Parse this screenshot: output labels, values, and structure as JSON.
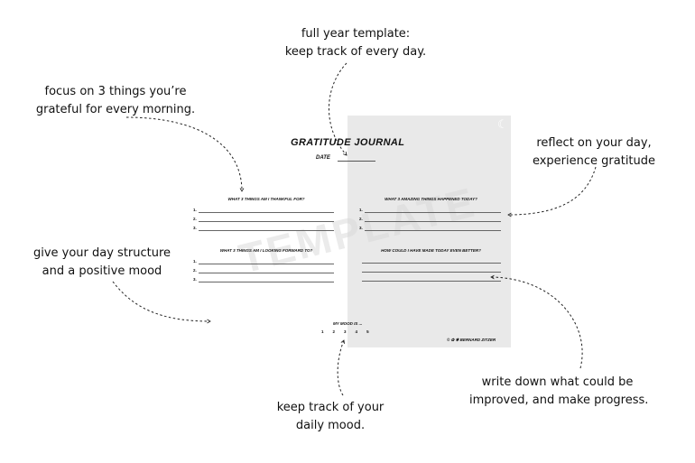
{
  "annotations": {
    "full_year": [
      "full year template:",
      "keep track of every day."
    ],
    "focus": [
      "focus on 3 things you’re",
      "grateful for every morning."
    ],
    "reflect": [
      "reflect on your day,",
      "experience gratitude"
    ],
    "structure": [
      "give your day structure",
      "and a positive mood"
    ],
    "mood": [
      "keep track of your",
      "daily mood."
    ],
    "improve": [
      "write down what could be",
      "improved, and make progress."
    ]
  },
  "template": {
    "title": "GRATITUDE JOURNAL",
    "date_label": "DATE",
    "watermark": "TEMPLATE",
    "moon_icon": "crescent-moon",
    "left": {
      "q1": "WHAT 3 THINGS AM I THANKFUL FOR?",
      "q2": "WHAT 3 THINGS AM I LOOKING FORWARD TO?",
      "numbers": [
        "1.",
        "2.",
        "3."
      ]
    },
    "right": {
      "q1": "WHAT 3 AMAZING THINGS HAPPENED TODAY?",
      "q2": "HOW COULD I HAVE MADE TODAY EVEN BETTER?",
      "numbers": [
        "1.",
        "2.",
        "3."
      ]
    },
    "mood_label": "MY MOOD IS ...",
    "mood_scale": [
      "1",
      "2",
      "3",
      "4",
      "5"
    ],
    "credit": "© ✿ ✱  BERNARD ZITZER"
  }
}
